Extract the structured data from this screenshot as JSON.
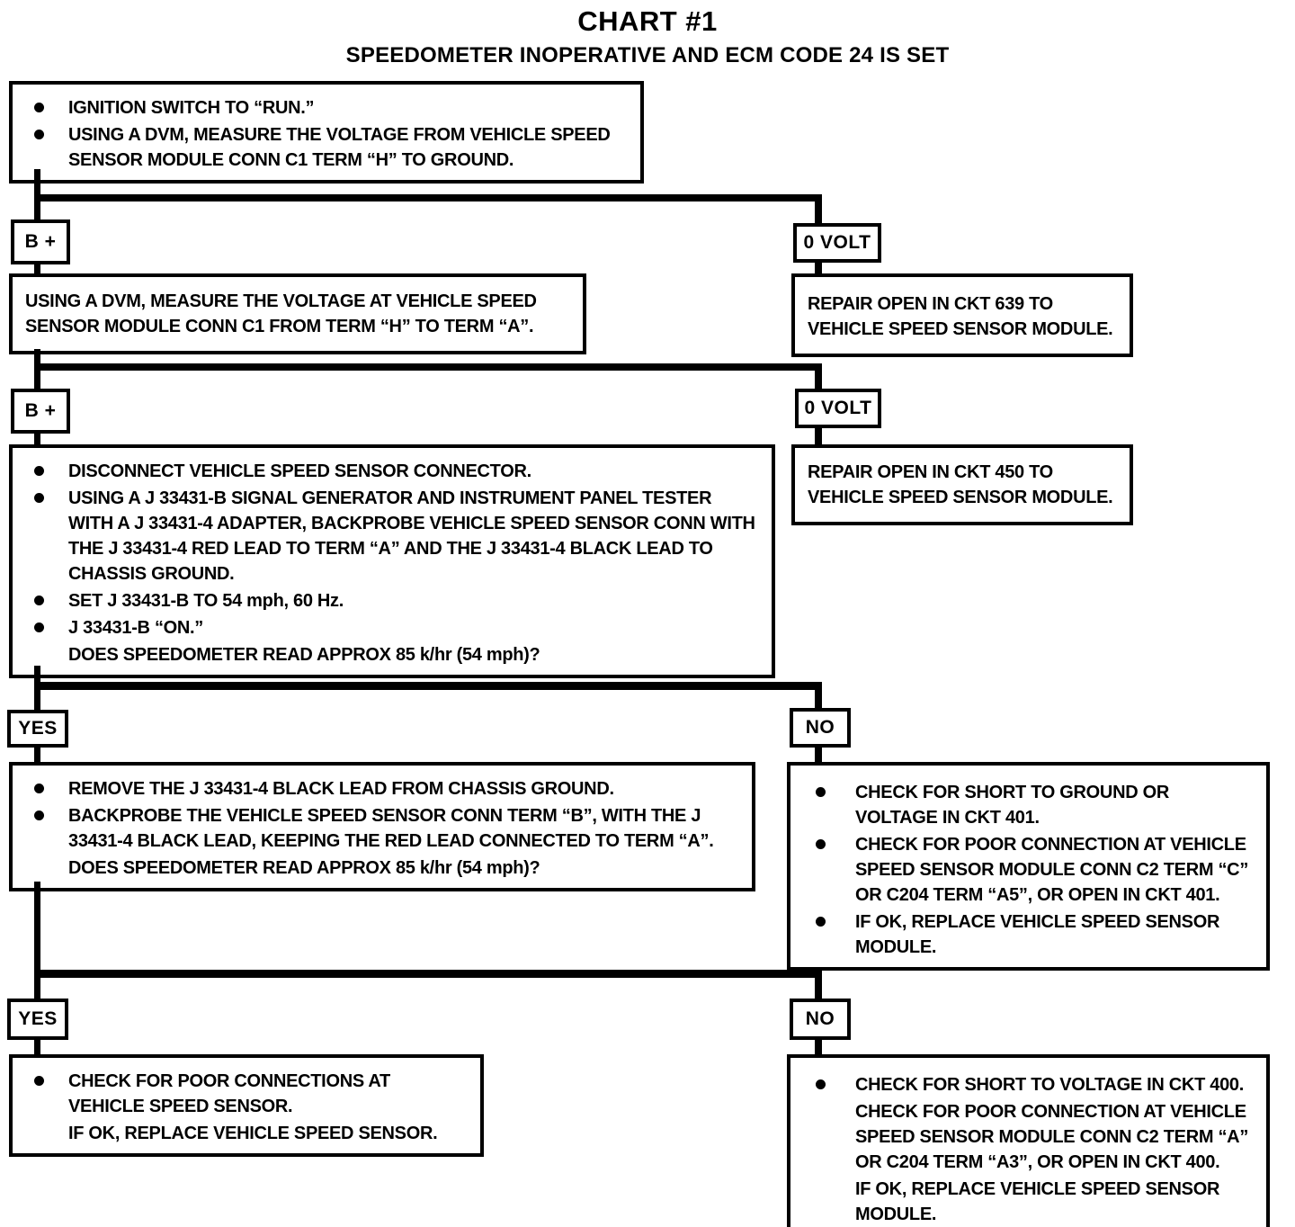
{
  "page": {
    "title": "CHART #1",
    "subtitle": "SPEEDOMETER INOPERATIVE AND ECM CODE 24 IS SET"
  },
  "labels": {
    "branch1_left": "B +",
    "branch1_right": "0 VOLT",
    "branch2_left": "B +",
    "branch2_right": "0 VOLT",
    "branch3_left": "YES",
    "branch3_right": "NO",
    "branch4_left": "YES",
    "branch4_right": "NO"
  },
  "boxes": {
    "start": {
      "rows": [
        {
          "bullet": true,
          "text": "IGNITION SWITCH TO “RUN.”"
        },
        {
          "bullet": true,
          "text": "USING A DVM, MEASURE THE VOLTAGE FROM VEHICLE SPEED SENSOR MODULE CONN C1 TERM “H” TO GROUND."
        }
      ]
    },
    "measure_term_a": {
      "text": "USING A DVM, MEASURE THE VOLTAGE AT VEHICLE SPEED SENSOR MODULE CONN C1 FROM TERM “H” TO TERM “A”."
    },
    "repair_ckt639": {
      "text": "REPAIR OPEN IN CKT 639 TO VEHICLE SPEED SENSOR MODULE."
    },
    "signal_test": {
      "rows": [
        {
          "bullet": true,
          "text": "DISCONNECT VEHICLE SPEED SENSOR CONNECTOR."
        },
        {
          "bullet": true,
          "text": "USING A J 33431-B SIGNAL GENERATOR AND INSTRUMENT PANEL TESTER WITH A J 33431-4 ADAPTER, BACKPROBE VEHICLE SPEED SENSOR CONN WITH THE J 33431-4 RED LEAD TO TERM “A” AND THE J 33431-4 BLACK LEAD TO CHASSIS GROUND."
        },
        {
          "bullet": true,
          "text": "SET J 33431-B TO 54 mph, 60 Hz."
        },
        {
          "bullet": true,
          "text": "J 33431-B “ON.”"
        },
        {
          "bullet": false,
          "text": "DOES SPEEDOMETER READ APPROX 85 k/hr (54 mph)?"
        }
      ]
    },
    "repair_ckt450": {
      "text": "REPAIR OPEN IN CKT 450 TO VEHICLE SPEED SENSOR MODULE."
    },
    "backprobe_term_b": {
      "rows": [
        {
          "bullet": true,
          "text": "REMOVE THE J 33431-4 BLACK LEAD FROM CHASSIS GROUND."
        },
        {
          "bullet": true,
          "text": "BACKPROBE THE VEHICLE SPEED SENSOR CONN TERM “B”, WITH THE J 33431-4 BLACK LEAD, KEEPING THE RED LEAD CONNECTED TO TERM “A”."
        },
        {
          "bullet": false,
          "text": "DOES SPEEDOMETER READ APPROX 85 k/hr (54 mph)?"
        }
      ]
    },
    "check_ckt401": {
      "rows": [
        {
          "bullet": true,
          "text": "CHECK FOR SHORT TO GROUND OR VOLTAGE IN CKT 401."
        },
        {
          "bullet": true,
          "text": "CHECK FOR POOR CONNECTION AT VEHICLE SPEED SENSOR MODULE CONN C2 TERM “C” OR C204 TERM “A5”, OR OPEN IN CKT 401."
        },
        {
          "bullet": true,
          "text": "IF OK, REPLACE VEHICLE SPEED SENSOR MODULE."
        }
      ]
    },
    "check_sensor": {
      "rows": [
        {
          "bullet": true,
          "text": "CHECK FOR POOR CONNECTIONS AT VEHICLE SPEED SENSOR."
        },
        {
          "bullet": false,
          "text": "IF OK, REPLACE VEHICLE SPEED SENSOR."
        }
      ]
    },
    "check_ckt400": {
      "rows": [
        {
          "bullet": true,
          "text": "CHECK FOR SHORT TO VOLTAGE IN CKT 400."
        },
        {
          "bullet": false,
          "text": "CHECK FOR POOR CONNECTION AT VEHICLE SPEED SENSOR MODULE CONN C2 TERM “A” OR C204 TERM “A3”, OR OPEN IN CKT 400."
        },
        {
          "bullet": false,
          "text": "IF OK, REPLACE VEHICLE SPEED SENSOR MODULE."
        }
      ]
    }
  },
  "colors": {
    "ink": "#000000",
    "paper": "#ffffff"
  }
}
